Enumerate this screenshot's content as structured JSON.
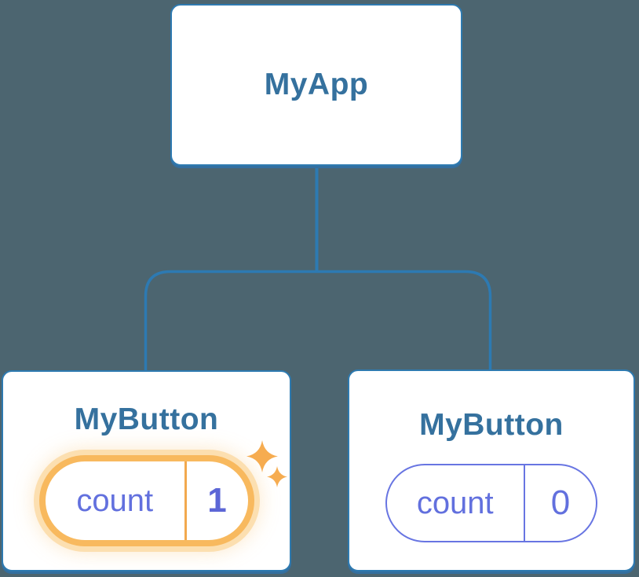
{
  "app_node": {
    "label": "MyApp"
  },
  "left_button": {
    "label": "MyButton",
    "state_key": "count",
    "state_value": "1",
    "highlighted": true
  },
  "right_button": {
    "label": "MyButton",
    "state_key": "count",
    "state_value": "0",
    "highlighted": false
  },
  "icons": {
    "sparkle_large": "sparkle-icon",
    "sparkle_small": "sparkle-icon"
  },
  "colors": {
    "background": "#4c6570",
    "connector_line": "#2d7ab2",
    "card_border": "#2e7ab0",
    "card_shadow": "#346f9f",
    "node_label_text": "#35719e",
    "state_key_text": "#6270de",
    "state_value_text": "#5c66d6",
    "highlight_ring": "#f8b95e",
    "highlight_halo": "#fcdfb0",
    "highlight_divider": "#f2a94e",
    "plain_pill_border": "#6875e2",
    "sparkle": "#f6ac50"
  }
}
